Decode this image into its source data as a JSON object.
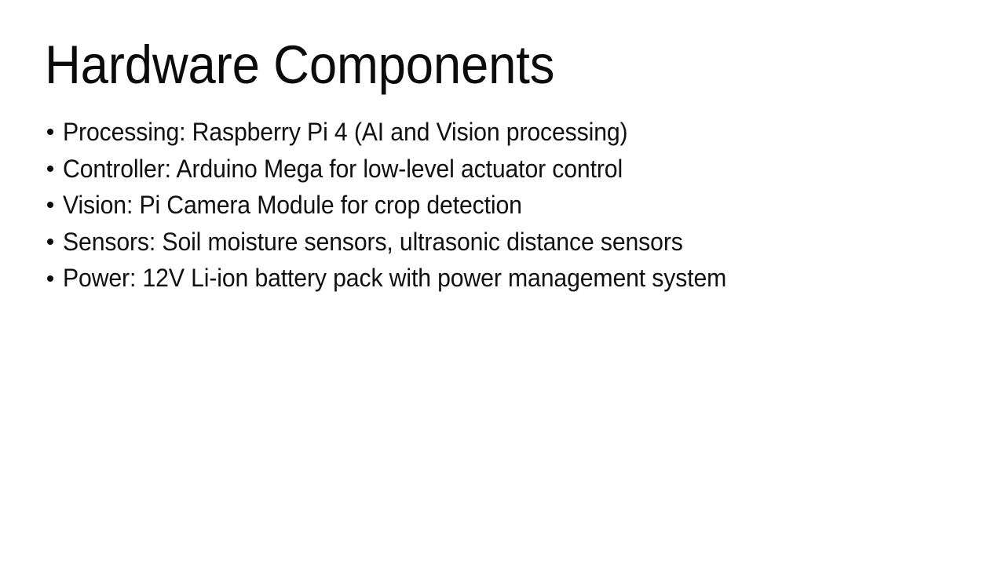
{
  "slide": {
    "background_color": "#ffffff",
    "text_color": "#101010",
    "title": "Hardware Components",
    "bullet_glyph": "•",
    "bullets": [
      {
        "label": "Processing: Raspberry Pi 4 (AI and Vision processing)"
      },
      {
        "label": "Controller: Arduino Mega for low-level actuator control"
      },
      {
        "label": "Vision: Pi Camera Module for crop detection"
      },
      {
        "label": "Sensors: Soil moisture sensors, ultrasonic distance sensors"
      },
      {
        "label": "Power: 12V Li-ion battery pack with power management system"
      }
    ]
  }
}
